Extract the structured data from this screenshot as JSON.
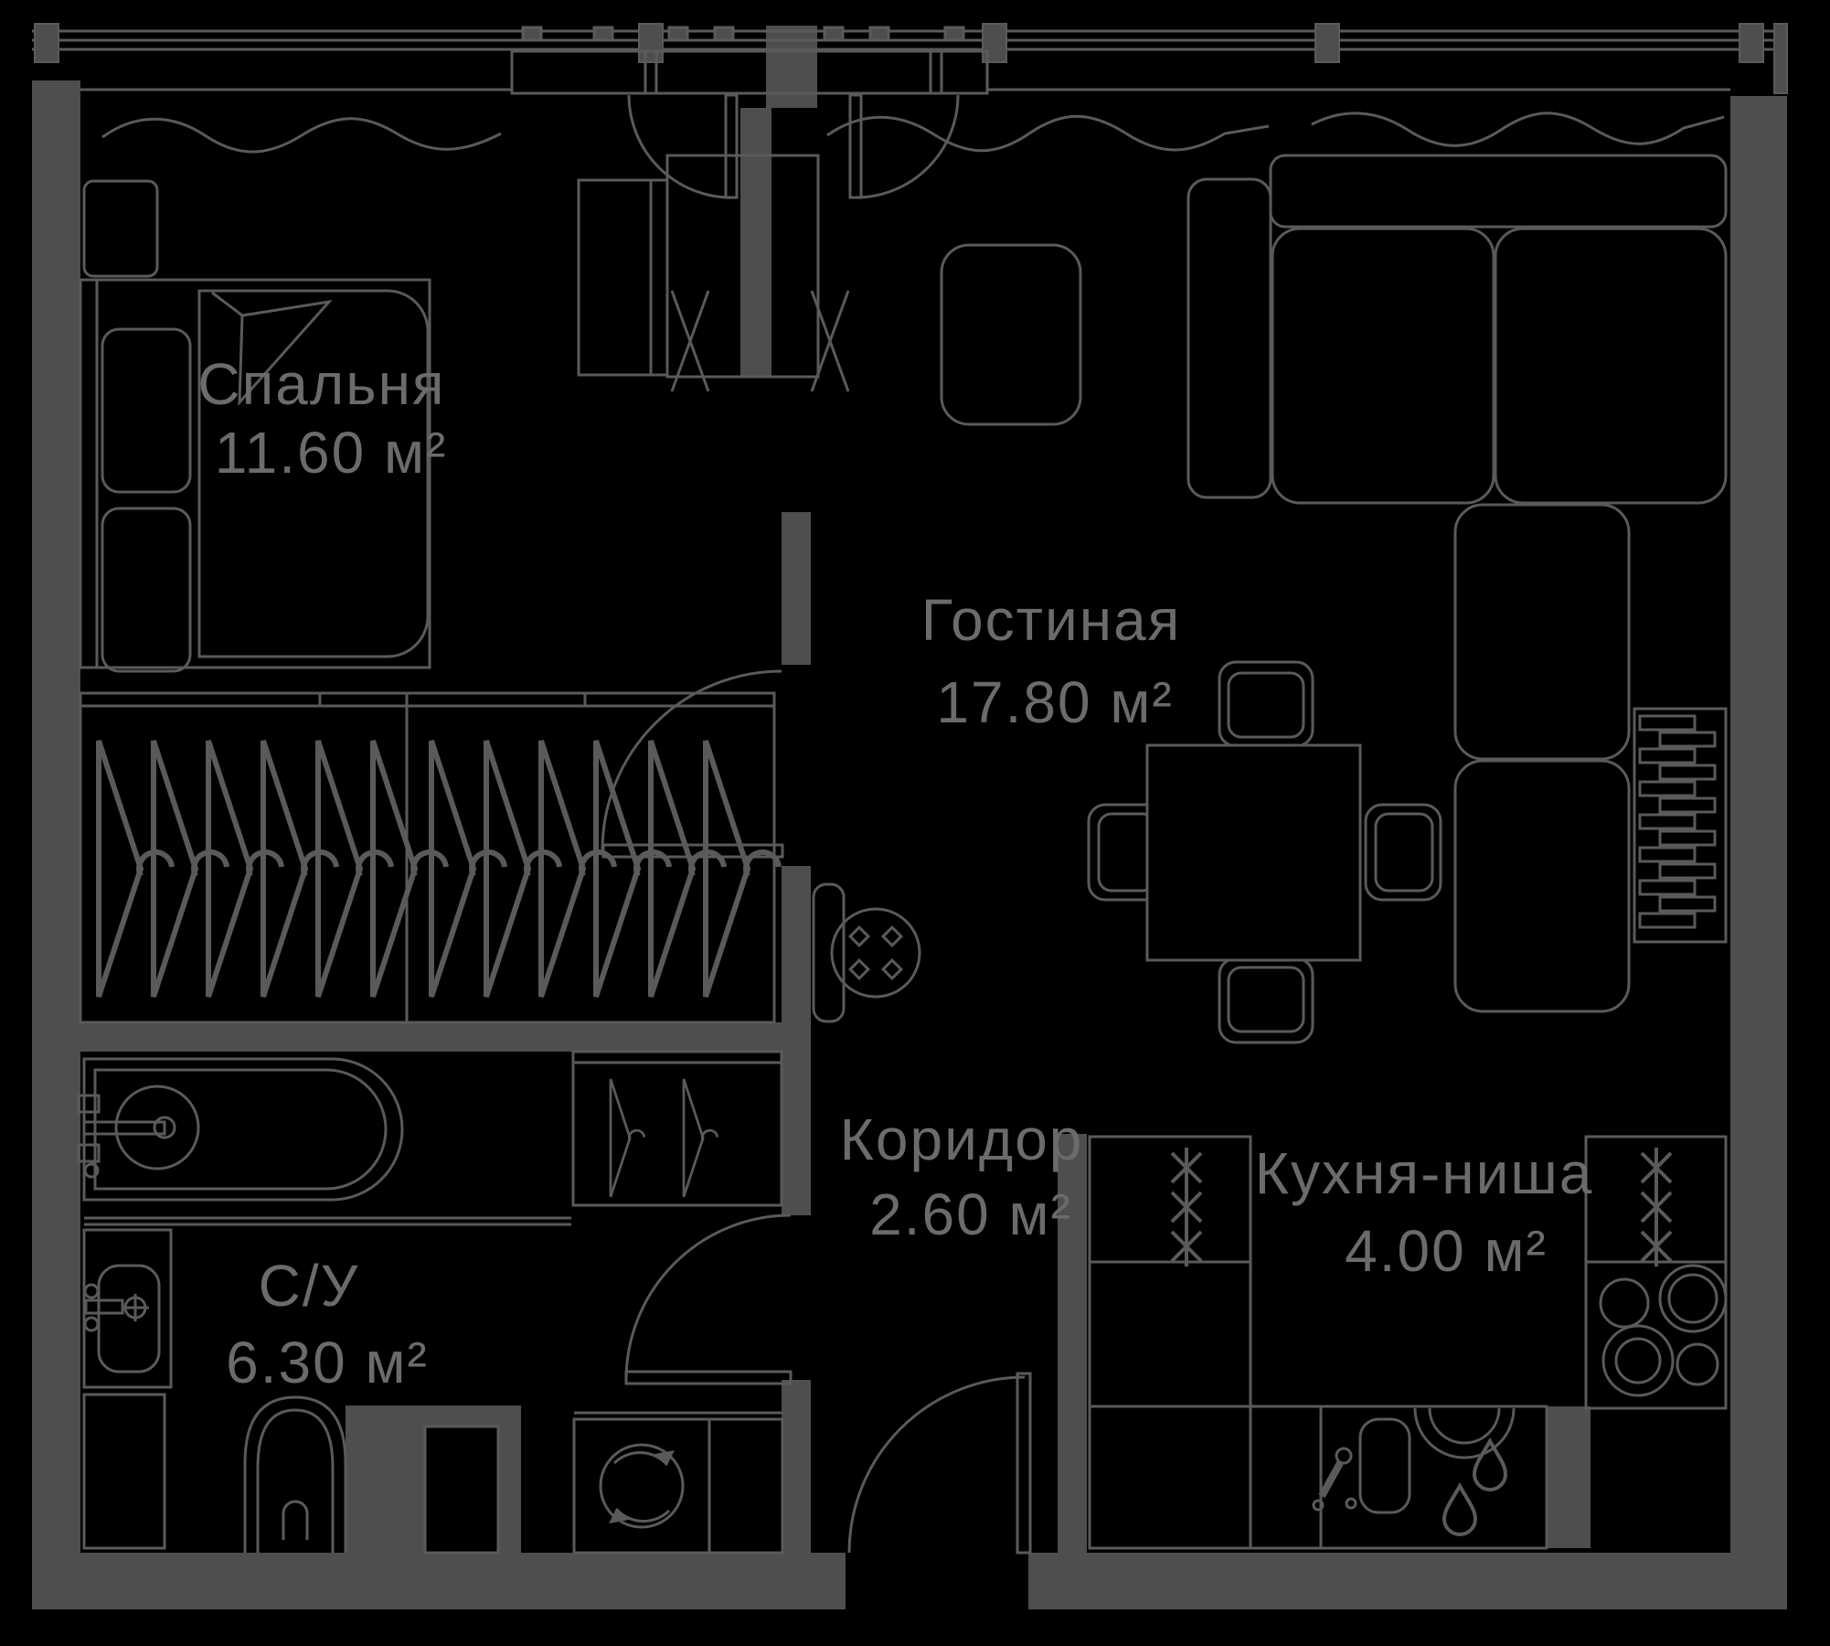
{
  "title": "Apartment floor plan",
  "colors": {
    "background": "#000000",
    "wall": "#4e4e4e",
    "line": "#5a5a5a",
    "label": "#6b6b6b"
  },
  "rooms": [
    {
      "name": "Спальня",
      "area": "11.60 м²"
    },
    {
      "name": "Гостиная",
      "area": "17.80 м²"
    },
    {
      "name": "Коридор",
      "area": "2.60 м²"
    },
    {
      "name": "С/У",
      "area": "6.30 м²"
    },
    {
      "name": "Кухня-ниша",
      "area": "4.00 м²"
    }
  ],
  "furniture": [
    "bed",
    "pillows",
    "blanket",
    "nightstand",
    "wardrobe-hangers",
    "coat-closet",
    "corner-sofa",
    "coffee-table",
    "dining-table",
    "dining-chairs",
    "round-table",
    "console",
    "radiator",
    "fridge",
    "stove",
    "kitchen-sink",
    "dishwasher",
    "washing-machine",
    "bathtub",
    "wash-basin",
    "toilet",
    "ventilation-shaft",
    "balcony-doors",
    "entrance-door",
    "curtain-wave"
  ]
}
